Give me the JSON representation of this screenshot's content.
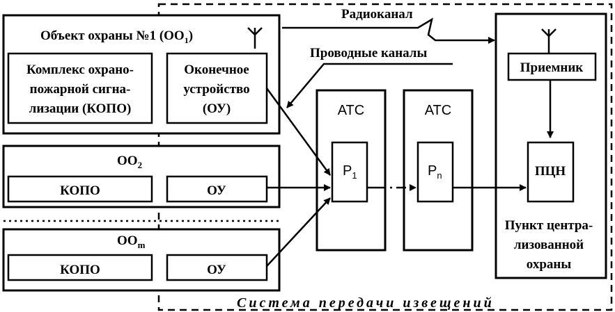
{
  "objects": {
    "oo1_title": "Объект охраны №1 (ОО",
    "oo1_sub": "1",
    "oo1_close": ")",
    "kopo1_line1": "Комплекс охрано-",
    "kopo1_line2": "пожарной сигна-",
    "kopo1_line3": "лизации (КОПО)",
    "ou1_line1": "Оконечное",
    "ou1_line2": "устройство",
    "ou1_line3": "(ОУ)",
    "oo2_title": "ОО",
    "oo2_sub": "2",
    "oom_title": "ОО",
    "oom_sub": "m",
    "kopo_short": "КОПО",
    "ou_short": "ОУ"
  },
  "channels": {
    "radio": "Радиоканал",
    "wired": "Проводные каналы"
  },
  "ats": {
    "ats1_label": "АТС",
    "ats2_label": "АТС",
    "p1_main": "Р",
    "p1_sub": "1",
    "pn_main": "Р",
    "pn_sub": "n"
  },
  "center": {
    "receiver": "Приемник",
    "pcn": "ПЦН",
    "caption_line1": "Пункт центра-",
    "caption_line2": "лизованной",
    "caption_line3": "охраны"
  },
  "system_caption": "Система передачи извещений"
}
